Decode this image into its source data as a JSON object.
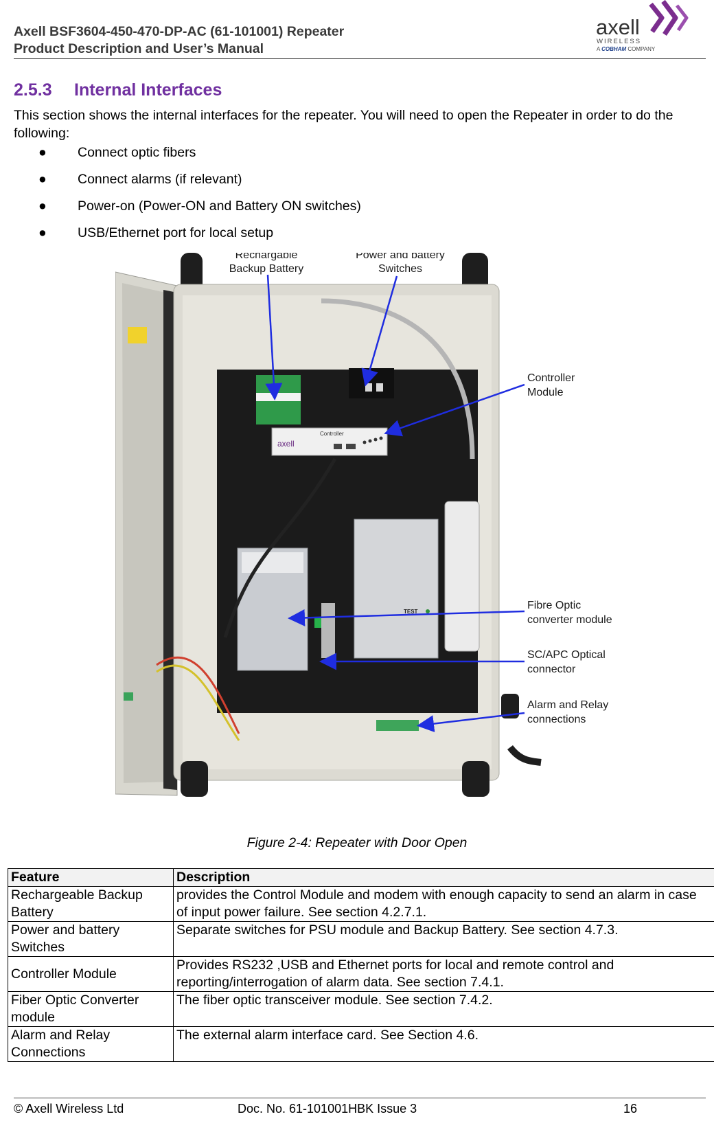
{
  "header": {
    "title_line1": "Axell BSF3604-450-470-DP-AC (61-101001) Repeater",
    "title_line2": "Product Description and User’s Manual",
    "logo": {
      "brand": "axell",
      "sub1": "WIRELESS",
      "sub2_prefix": "A",
      "sub2_brand": "COBHAM",
      "sub2_suffix": "COMPANY"
    }
  },
  "section": {
    "number": "2.5.3",
    "title": "Internal Interfaces"
  },
  "intro": "This section shows the internal interfaces for the repeater. You will need to open the Repeater in order to do the following:",
  "bullets": [
    {
      "mark": "●",
      "text": "Connect optic fibers"
    },
    {
      "mark": "●",
      "text": "Connect alarms (if relevant)"
    },
    {
      "mark": "●",
      "text": "Power-on (Power-ON and Battery ON switches)"
    },
    {
      "mark": "●",
      "text": "USB/Ethernet port for local setup"
    }
  ],
  "figure": {
    "callouts": {
      "battery_l1": "Rechargable",
      "battery_l2": "Backup Battery",
      "power_l1": "Power and battery",
      "power_l2": "Switches",
      "controller_l1": "Controller",
      "controller_l2": "Module",
      "fibre_l1": "Fibre Optic",
      "fibre_l2": "converter module",
      "scapc_l1": "SC/APC Optical",
      "scapc_l2": "connector",
      "alarm_l1": "Alarm and Relay",
      "alarm_l2": "connections"
    },
    "device_labels": {
      "controller_brand": "axell",
      "controller_name": "Controller",
      "test": "TEST"
    },
    "caption": "Figure 2-4: Repeater with Door Open"
  },
  "table": {
    "headers": {
      "feature": "Feature",
      "description": "Description"
    },
    "rows": [
      {
        "feature": "Rechargeable Backup Battery",
        "description": "provides the Control Module and modem with enough capacity to send an alarm in case of input power failure. See section 4.2.7.1."
      },
      {
        "feature": "Power and battery Switches",
        "description": "Separate switches for PSU module and Backup Battery. See section 4.7.3."
      },
      {
        "feature": "Controller Module",
        "description": "Provides RS232 ,USB and Ethernet ports for local and remote control and reporting/interrogation of alarm data. See section 7.4.1."
      },
      {
        "feature": "Fiber Optic Converter module",
        "description": "The fiber optic transceiver module. See section 7.4.2."
      },
      {
        "feature": "Alarm and Relay Connections",
        "description": "The external alarm interface card. See Section 4.6."
      }
    ]
  },
  "footer": {
    "left": "© Axell Wireless Ltd",
    "center": "Doc. No. 61-101001HBK Issue 3",
    "page": "16"
  },
  "colors": {
    "heading": "#7030a0",
    "logo_purple": "#7b2d8e",
    "callout_arrow": "#1f2de0"
  }
}
